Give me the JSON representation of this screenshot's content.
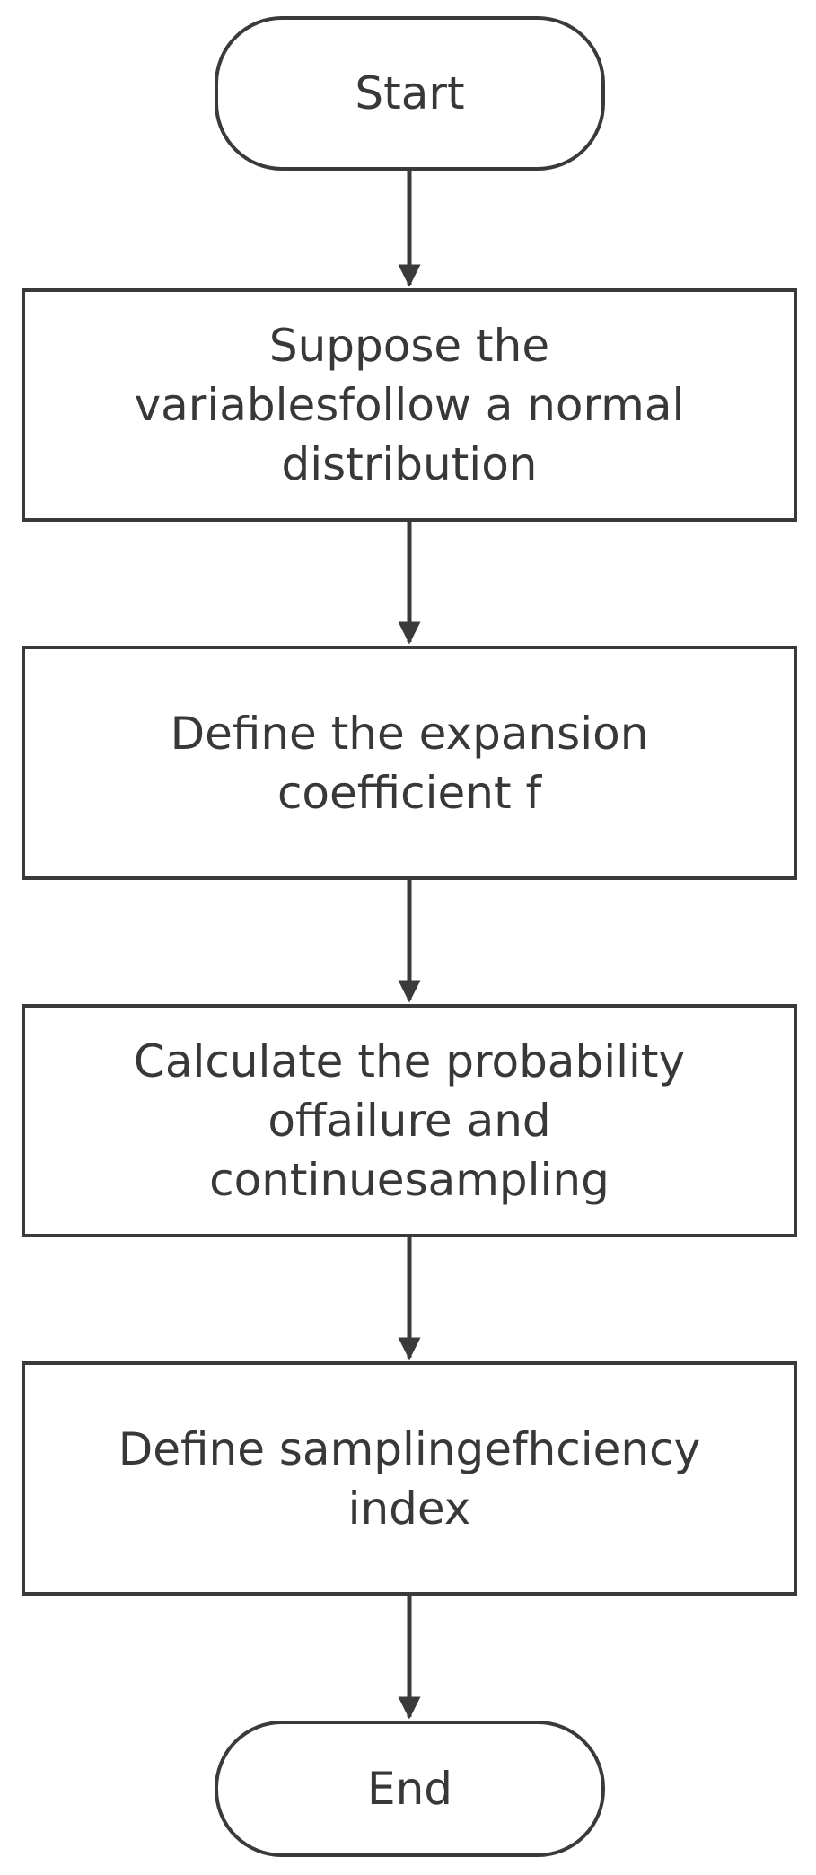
{
  "diagram": {
    "type": "flowchart",
    "colors": {
      "stroke": "#3a3a3a",
      "text": "#383838",
      "fill": "#ffffff"
    },
    "nodes": [
      {
        "id": "start",
        "shape": "terminal",
        "text": "Start"
      },
      {
        "id": "step1",
        "shape": "process",
        "text": "Suppose the\nvariablesfollow a normal\ndistribution"
      },
      {
        "id": "step2",
        "shape": "process",
        "text": "Define the expansion\ncoefficient f"
      },
      {
        "id": "step3",
        "shape": "process",
        "text": "Calculate the probability\noffailure and\ncontinuesampling"
      },
      {
        "id": "step4",
        "shape": "process",
        "text": "Define samplingefhciency\nindex"
      },
      {
        "id": "end",
        "shape": "terminal",
        "text": "End"
      }
    ],
    "edges": [
      {
        "from": "start",
        "to": "step1"
      },
      {
        "from": "step1",
        "to": "step2"
      },
      {
        "from": "step2",
        "to": "step3"
      },
      {
        "from": "step3",
        "to": "step4"
      },
      {
        "from": "step4",
        "to": "end"
      }
    ]
  }
}
